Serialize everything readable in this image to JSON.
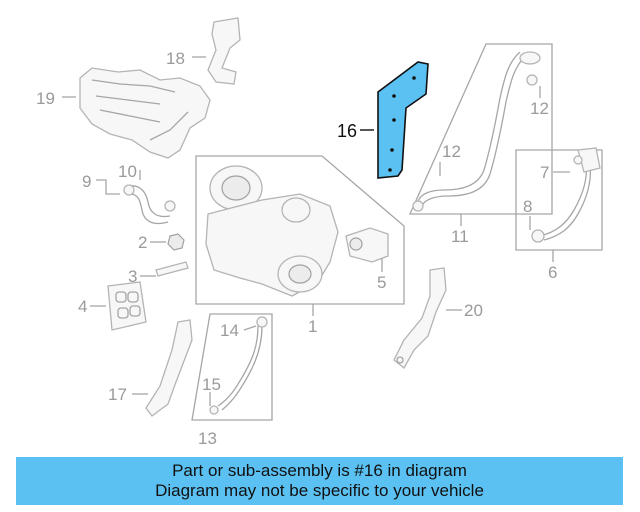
{
  "callouts": {
    "c16": "16",
    "c19": "19",
    "c18": "18",
    "c9": "9",
    "c10": "10",
    "c2": "2",
    "c3": "3",
    "c4": "4",
    "c17": "17",
    "c1": "1",
    "c5": "5",
    "c14": "14",
    "c15": "15",
    "c13": "13",
    "c12a": "12",
    "c12b": "12",
    "c11": "11",
    "c7": "7",
    "c8": "8",
    "c6": "6",
    "c20": "20"
  },
  "highlight_color": "#5bc1f2",
  "banner": {
    "line1": "Part or sub-assembly is #16 in diagram",
    "line2": "Diagram may not be specific to your vehicle"
  }
}
